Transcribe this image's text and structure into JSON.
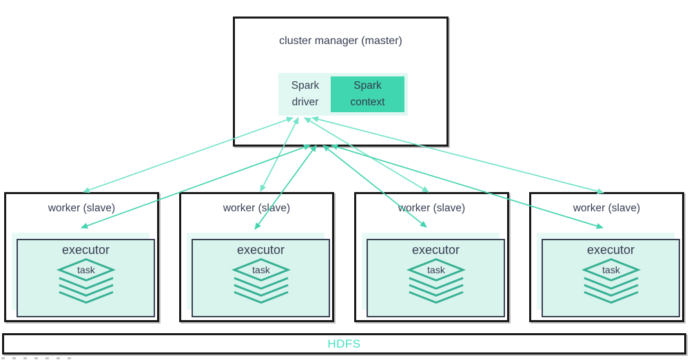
{
  "cluster_manager": {
    "title": "cluster manager (master)",
    "spark_driver": "Spark driver",
    "spark_context": "Spark context"
  },
  "workers": [
    {
      "title": "worker (slave)",
      "executor": "executor",
      "task": "task"
    },
    {
      "title": "worker (slave)",
      "executor": "executor",
      "task": "task"
    },
    {
      "title": "worker (slave)",
      "executor": "executor",
      "task": "task"
    },
    {
      "title": "worker (slave)",
      "executor": "executor",
      "task": "task"
    }
  ],
  "hdfs": {
    "label": "HDFS"
  },
  "connections": [
    "spark driver <-> worker (bidirectional arrows, one per worker)",
    "cluster manager <-> executor (bidirectional arrows, one per worker)"
  ],
  "colors": {
    "spark_context_fill": "#40d6b0",
    "spark_driver_fill": "#e1f8f2",
    "executor_fill": "#d9f3ed",
    "executor_back_fill": "#e7faf5",
    "executor_border": "#3a4153",
    "box_border": "#1b1b1b",
    "text_dark": "#373e52",
    "hdfs_text": "#45e0c2",
    "arrow_light": "#74e4c9",
    "arrow_dark": "#44d4ae",
    "task_icon_stroke": "#35b093"
  }
}
